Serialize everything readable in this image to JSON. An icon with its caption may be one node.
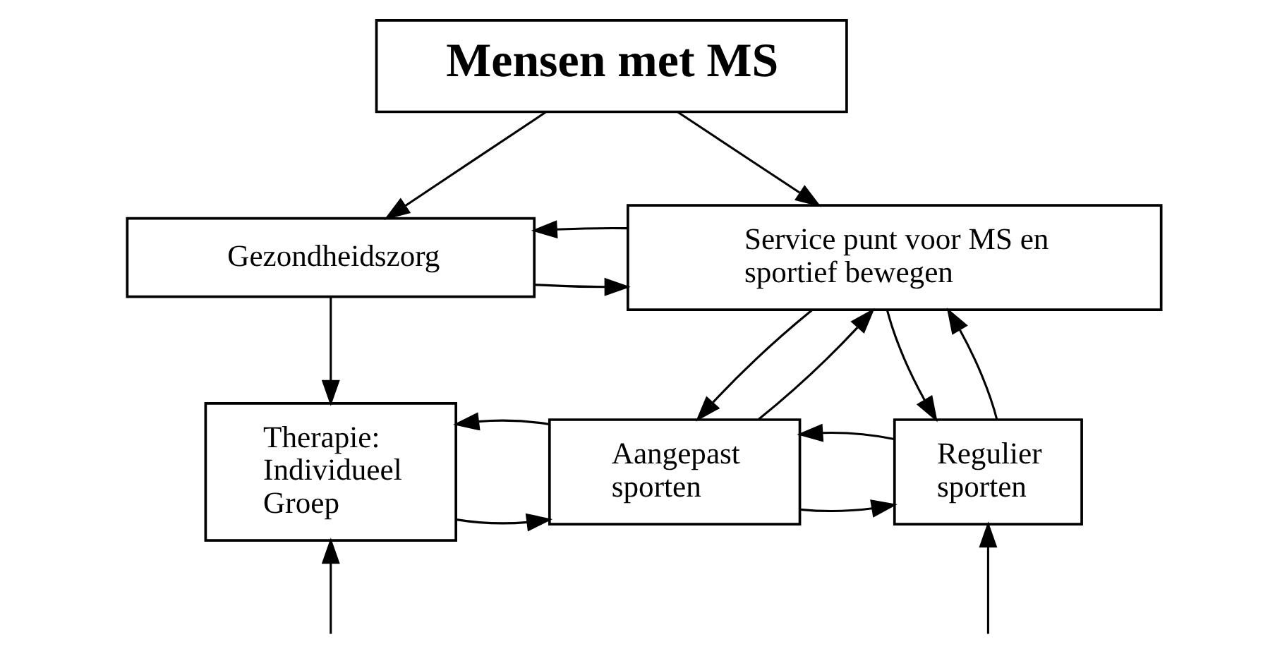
{
  "diagram": {
    "nodes": [
      {
        "text": [
          "Mensen met MS"
        ]
      },
      {
        "text": [
          "Gezondheidszorg"
        ]
      },
      {
        "text": [
          "Service punt voor MS en sportief bewegen"
        ]
      },
      {
        "text": [
          "Therapie: Individueel Groep"
        ]
      },
      {
        "text": [
          "Aangepast sporten"
        ]
      },
      {
        "text": [
          "Regulier sporten"
        ]
      }
    ],
    "edges": [
      {
        "from": 0,
        "to": 1,
        "arrow": "to"
      },
      {
        "from": 0,
        "to": 2,
        "arrow": "to"
      },
      {
        "from": 1,
        "to": 2,
        "arrow": "to"
      },
      {
        "from": 2,
        "to": 1,
        "arrow": "to"
      },
      {
        "from": 1,
        "to": 3,
        "arrow": "to"
      },
      {
        "from": 2,
        "to": 4,
        "arrow": "to"
      },
      {
        "from": 4,
        "to": 2,
        "arrow": "to"
      },
      {
        "from": 3,
        "to": 4,
        "arrow": "to"
      },
      {
        "from": 4,
        "to": 3,
        "arrow": "to"
      },
      {
        "from": 4,
        "to": 5,
        "arrow": "to"
      },
      {
        "from": 5,
        "to": 4,
        "arrow": "to"
      },
      {
        "from": 5,
        "to": 2,
        "arrow": "to"
      },
      {
        "from": 2,
        "to": 5,
        "arrow": "to"
      },
      {
        "from": null,
        "to": 3,
        "arrow": "to"
      },
      {
        "from": null,
        "to": 5,
        "arrow": "to"
      }
    ]
  }
}
